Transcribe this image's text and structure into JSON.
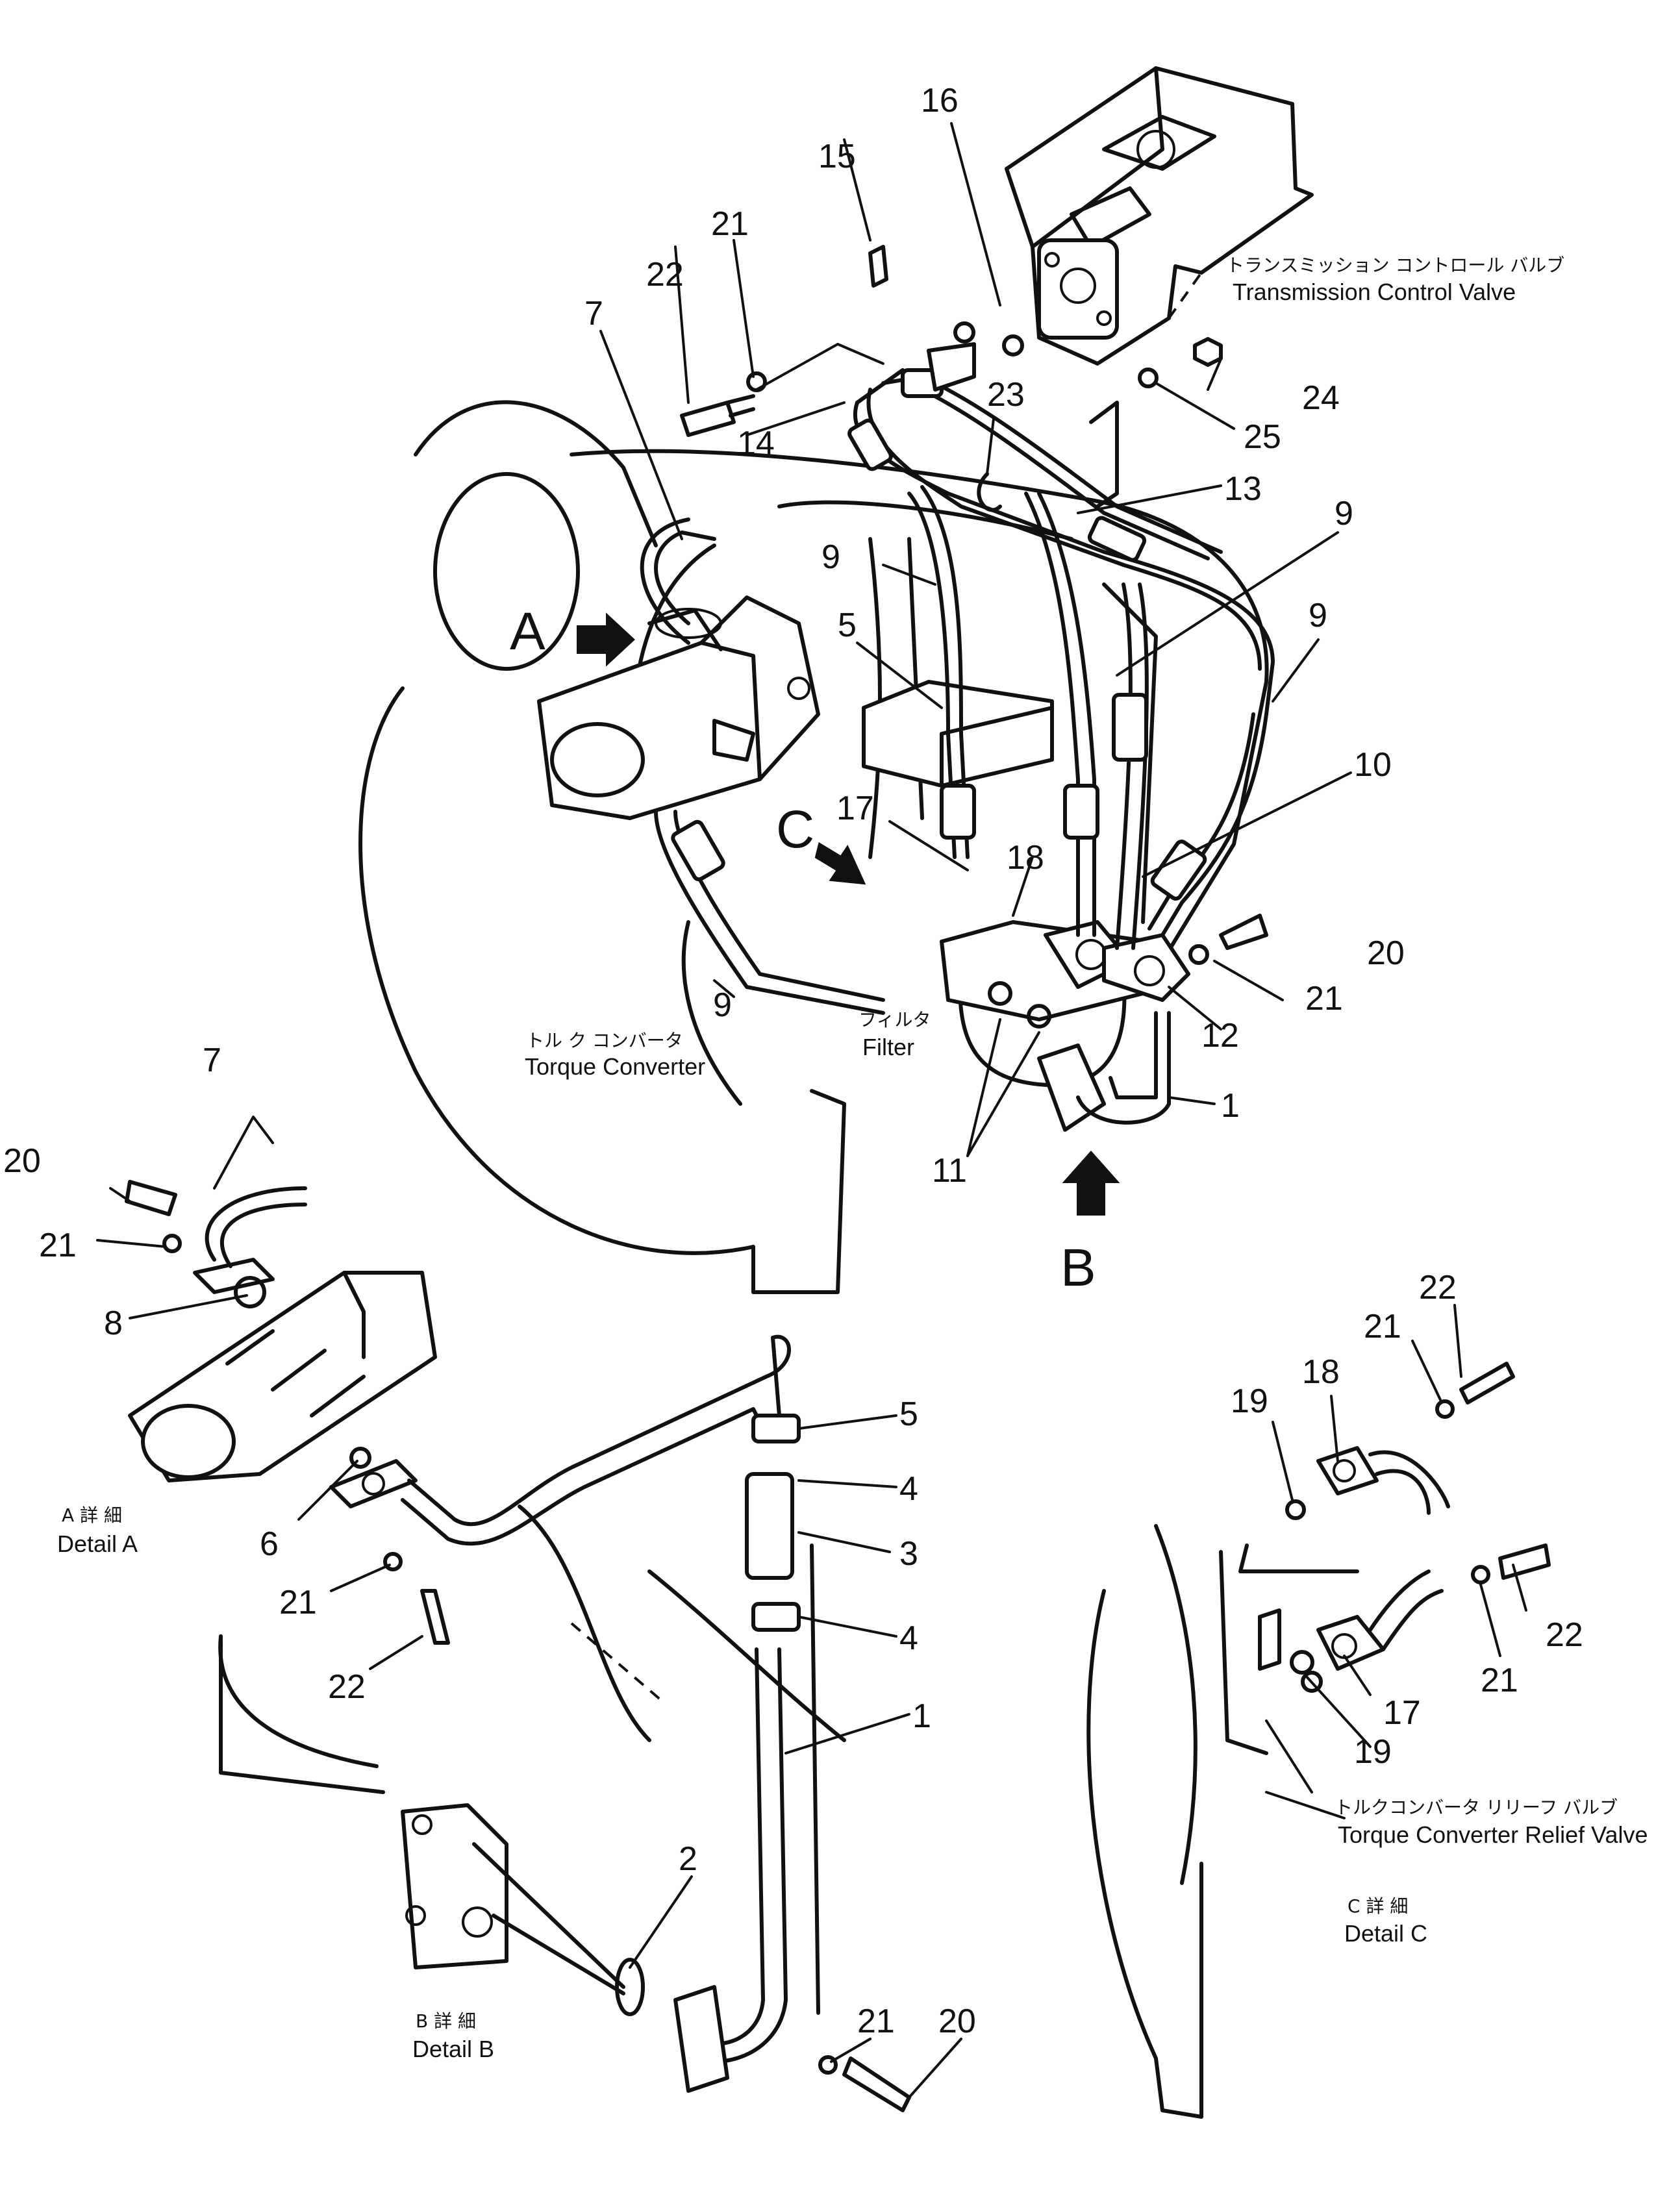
{
  "part_numbers": [
    "1",
    "2",
    "3",
    "4",
    "5",
    "6",
    "7",
    "8",
    "9",
    "10",
    "11",
    "12",
    "13",
    "14",
    "15",
    "16",
    "17",
    "18",
    "19",
    "20",
    "21",
    "22",
    "23",
    "24",
    "25"
  ],
  "view_letters": {
    "a": "A",
    "b": "B",
    "c": "C"
  },
  "labels": {
    "tcv_jp": "トランスミッション コントロール バルブ",
    "tcv_en": "Transmission  Control  Valve",
    "tc_jp": "トル ク  コンバータ",
    "tc_en": "Torque  Converter",
    "filter_jp": "フィルタ",
    "filter_en": "Filter",
    "detail_a_jp": "A 詳 細",
    "detail_a_en": "Detail A",
    "detail_b_jp": "B 詳 細",
    "detail_b_en": "Detail B",
    "detail_c_jp": "C 詳 細",
    "detail_c_en": "Detail C",
    "tcrv_jp": "トルクコンバータ  リリーフ  バルブ",
    "tcrv_en": "Torque Converter Relief Valve"
  }
}
